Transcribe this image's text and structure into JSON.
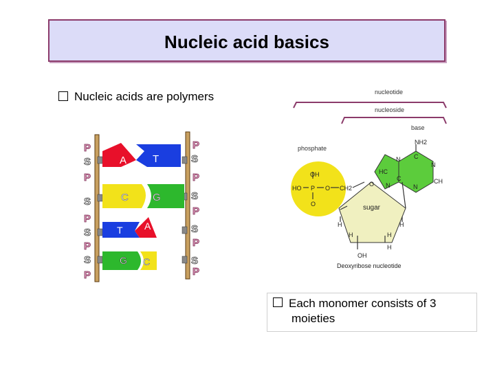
{
  "slide": {
    "title": "Nucleic acid basics",
    "bullet1": "Nucleic acids are polymers",
    "bullet2_line1": "Each monomer consists of 3",
    "bullet2_line2": "moieties"
  },
  "dna_figure": {
    "left_labels": [
      "P",
      "S",
      "P",
      "S",
      "P",
      "S",
      "P",
      "S",
      "P"
    ],
    "right_labels": [
      "P",
      "S",
      "P",
      "S",
      "P",
      "S",
      "P",
      "S",
      "P"
    ],
    "base_pairs": [
      {
        "left": "A",
        "right": "T",
        "left_color": "#e8102a",
        "right_color": "#1a3ee0"
      },
      {
        "left": "C",
        "right": "G",
        "left_color": "#f2e21a",
        "right_color": "#2db82d"
      },
      {
        "left": "T",
        "right": "A",
        "left_color": "#1a3ee0",
        "right_color": "#e8102a"
      },
      {
        "left": "G",
        "right": "C",
        "left_color": "#2db82d",
        "right_color": "#f2e21a"
      }
    ]
  },
  "nucleotide_figure": {
    "nucleotide_label": "nucleotide",
    "nucleoside_label": "nucleoside",
    "base_label": "base",
    "phosphate_label": "phosphate",
    "sugar_label": "sugar",
    "caption": "Deoxyribose nucleotide",
    "nh2": "NH2",
    "oh_top": "OH",
    "ho_left": "HO",
    "p": "P",
    "o_right": "O",
    "ch2": "CH2",
    "o_bottom": "O",
    "ring_o": "O",
    "oh_bottom": "OH",
    "h_label": "H",
    "base_atoms": {
      "n1": "N",
      "n2": "N",
      "n3": "N",
      "n4": "N",
      "hc1": "HC",
      "ch": "CH",
      "c1": "C",
      "c2": "C"
    }
  }
}
